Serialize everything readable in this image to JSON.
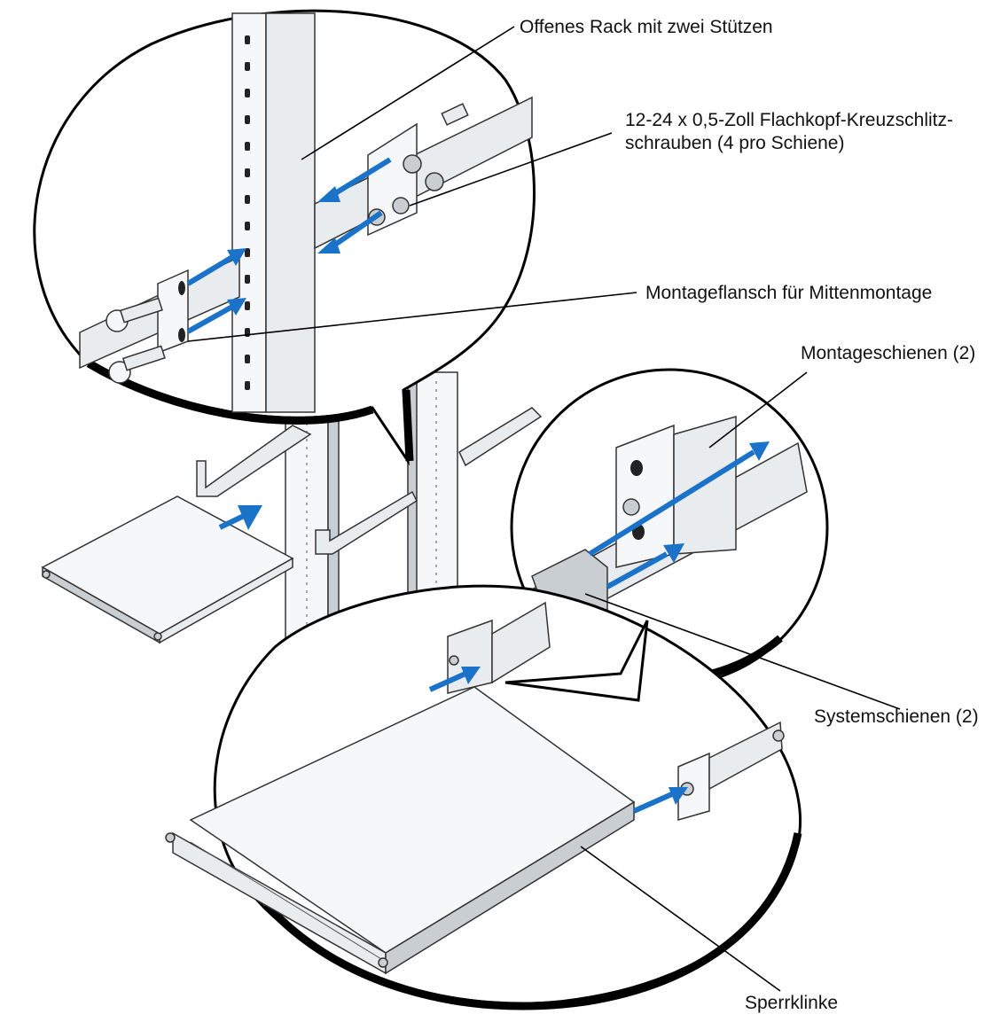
{
  "labels": {
    "rack": "Offenes Rack mit zwei Stützen",
    "screws_line1": "12-24 x 0,5-Zoll Flachkopf-Kreuzschlitz-",
    "screws_line2": "schrauben (4 pro Schiene)",
    "flange": "Montageflansch für Mittenmontage",
    "mounting_rails": "Montageschienen (2)",
    "system_rails": "Systemschienen (2)",
    "latch": "Sperrklinke"
  },
  "colors": {
    "arrow": "#1a73c9",
    "outline": "#000000",
    "metal": "#e9ecef"
  }
}
